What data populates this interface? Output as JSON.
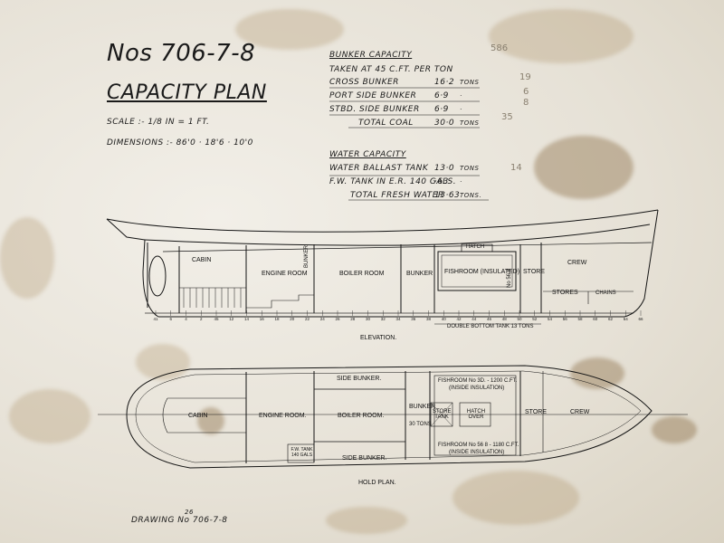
{
  "header": {
    "title_number": "Nos 706-7-8",
    "title": "CAPACITY PLAN",
    "scale": "SCALE :- 1/8 IN = 1 FT.",
    "dimensions": "DIMENSIONS :- 86'0 · 18'6 · 10'0"
  },
  "bunker": {
    "heading": "BUNKER CAPACITY",
    "subheading": "TAKEN AT 45 C.FT. PER TON",
    "rows": [
      {
        "label": "CROSS BUNKER",
        "value": "16·2",
        "unit": "TONS"
      },
      {
        "label": "PORT SIDE BUNKER",
        "value": "6·9",
        "unit": "·"
      },
      {
        "label": "STBD. SIDE BUNKER",
        "value": "6·9",
        "unit": "·"
      },
      {
        "label": "TOTAL COAL",
        "value": "30·0",
        "unit": "TONS"
      }
    ]
  },
  "water": {
    "heading": "WATER CAPACITY",
    "rows": [
      {
        "label": "WATER BALLAST TANK",
        "value": "13·0",
        "unit": "TONS"
      },
      {
        "label": "F.W. TANK IN E.R. 140 GALS.",
        "value": "·63",
        "unit": "·"
      },
      {
        "label": "TOTAL FRESH WATER",
        "value": "13·63",
        "unit": "TONS."
      }
    ]
  },
  "pencil_notes": [
    "586",
    "19",
    "6",
    "8",
    "35",
    "14"
  ],
  "elevation": {
    "caption": "ELEVATION.",
    "double_bottom": "DOUBLE BOTTOM TANK 13 TONS",
    "rooms": {
      "cabin": "CABIN",
      "engine_room": "ENGINE ROOM",
      "bunker_label": "BUNKER",
      "boiler_room": "BOILER ROOM",
      "bunker": "BUNKER",
      "hatch": "HATCH",
      "fishroom": "FISHROOM (INSULATED)",
      "fishroom_no": "No 56 8",
      "store": "STORE",
      "crew": "CREW",
      "stores": "STORES",
      "chains": "CHAINS"
    },
    "frames": [
      "41",
      "6",
      "4",
      "2",
      "45",
      "12",
      "14",
      "16",
      "18",
      "20",
      "22",
      "24",
      "26",
      "28",
      "30",
      "32",
      "34",
      "36",
      "38",
      "40",
      "42",
      "44",
      "46",
      "48",
      "50",
      "52",
      "54",
      "56",
      "58",
      "60",
      "62",
      "64",
      "66"
    ]
  },
  "hold_plan": {
    "caption": "HOLD PLAN.",
    "side_bunker_top": "SIDE BUNKER.",
    "side_bunker_bottom": "SIDE BUNKER.",
    "cabin": "CABIN",
    "engine_room": "ENGINE ROOM.",
    "boiler_room": "BOILER ROOM.",
    "bunker": "BUNKER",
    "bunker_tons": "30 TONS",
    "fishroom_top": "FISHROOM No 3D. - 1200 C.FT.",
    "fishroom_top_note": "(INSIDE INSULATION)",
    "fishroom_bottom": "FISHROOM No 56 8 - 1180 C.FT.",
    "fishroom_bottom_note": "(INSIDE INSULATION)",
    "store_tank": "STORE TANK",
    "hatch": "HATCH OVER",
    "store": "STORE",
    "crew": "CREW",
    "fw_tank": "F.W. TANK 140 GALS"
  },
  "footer": {
    "drawing_no": "DRAWING No 706-7-8",
    "drawing_sup": "26"
  }
}
